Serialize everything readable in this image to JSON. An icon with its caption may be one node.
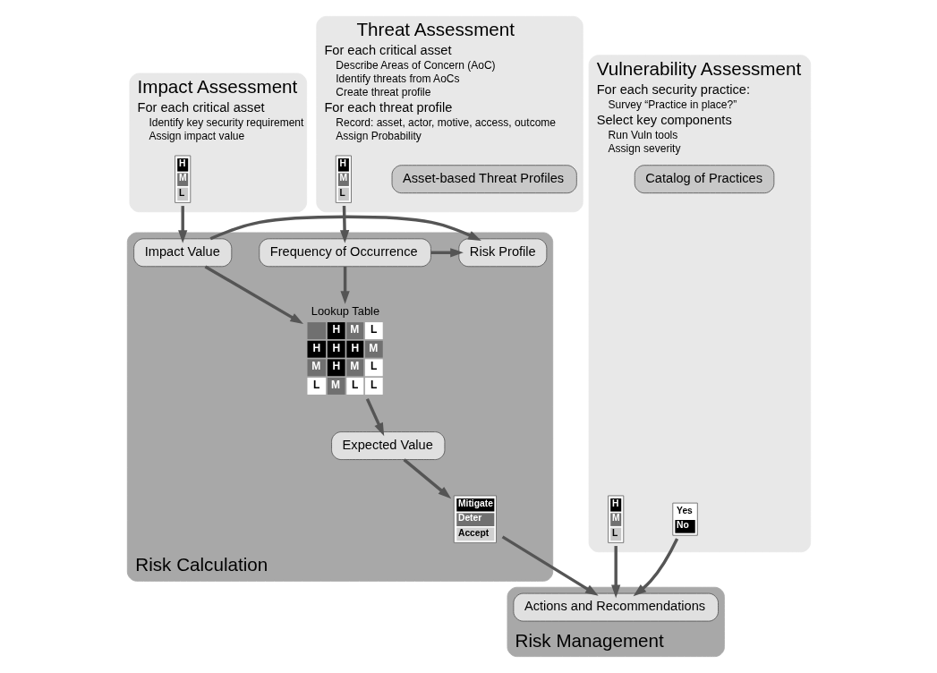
{
  "diagram": {
    "nodes": [
      {
        "text": [
          "Impact Assessment",
          "For each critical asset",
          "Identify key security requirement",
          "Assign impact value"
        ]
      },
      {
        "text": [
          "H",
          "M",
          "L"
        ],
        "in": 0
      },
      {
        "text": [
          "Threat Assessment",
          "For each critical asset",
          "Describe Areas of Concern (AoC)",
          "Identify threats from AoCs",
          "Create threat profile",
          "For each threat profile",
          "Record: asset, actor, motive, access, outcome",
          "Assign Probability"
        ]
      },
      {
        "text": [
          "Asset-based Threat Profiles"
        ],
        "in": 2
      },
      {
        "text": [
          "H",
          "M",
          "L"
        ],
        "in": 2
      },
      {
        "text": [
          "Vulnerability Assessment",
          "For each security practice:",
          "Survey “Practice in place?”",
          "Select key components",
          "Run Vuln tools",
          "Assign severity"
        ]
      },
      {
        "text": [
          "Catalog of Practices"
        ],
        "in": 5
      },
      {
        "text": [
          "Yes",
          "No"
        ],
        "in": 5
      },
      {
        "text": [
          "H",
          "M",
          "L"
        ],
        "in": 5
      },
      {
        "text": [
          "Risk Calculation"
        ]
      },
      {
        "text": [
          "Impact Value"
        ],
        "in": 9
      },
      {
        "text": [
          "Risk Profile"
        ],
        "in": 9
      },
      {
        "text": [
          "Frequency of Occurrence"
        ],
        "in": 9
      },
      {
        "text": [
          "Lookup Table",
          "H",
          "M",
          "L",
          "H",
          "H",
          "H",
          "M",
          "M",
          "H",
          "M",
          "L",
          "L",
          "M",
          "L",
          "L"
        ],
        "in": 9
      },
      {
        "text": [
          "Expected Value"
        ],
        "in": 9
      },
      {
        "text": [
          "Mitigate",
          "Deter",
          "Accept"
        ],
        "in": 9
      },
      {
        "text": [
          "Risk Management"
        ]
      },
      {
        "text": [
          "Actions and Recommendations"
        ],
        "in": 16
      }
    ],
    "edges": [
      {
        "from": 1,
        "to": 10,
        "arrow": "to"
      },
      {
        "from": 4,
        "to": 12,
        "arrow": "to"
      },
      {
        "from": 10,
        "to": 11,
        "arrow": "to"
      },
      {
        "from": 12,
        "to": 11,
        "arrow": "to"
      },
      {
        "from": 10,
        "to": 13,
        "arrow": "to"
      },
      {
        "from": 12,
        "to": 13,
        "arrow": "to"
      },
      {
        "from": 13,
        "to": 14,
        "arrow": "to"
      },
      {
        "from": 14,
        "to": 15,
        "arrow": "to"
      },
      {
        "from": 15,
        "to": 17,
        "arrow": "to"
      },
      {
        "from": 8,
        "to": 17,
        "arrow": "to"
      },
      {
        "from": 7,
        "to": 17,
        "arrow": "to"
      }
    ]
  }
}
